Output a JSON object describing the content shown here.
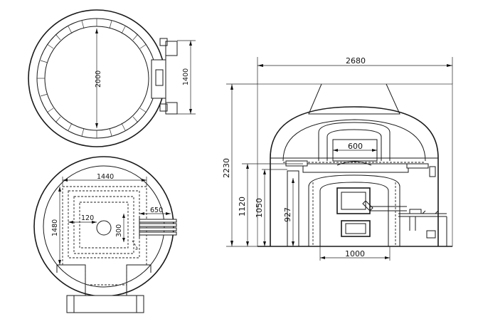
{
  "drawings": {
    "top_view": {
      "diameter_label": "2000",
      "height_label": "1400"
    },
    "plan_view": {
      "width_label": "1440",
      "depth_label": "1480",
      "offset_label": "120",
      "inner_label": "300",
      "flue_label": "650"
    },
    "elevation": {
      "overall_width_label": "2680",
      "overall_height_label": "2230",
      "opening_width_label": "600",
      "base_height_label": "1120",
      "hearth_height_label": "1050",
      "inner_height_label": "927",
      "base_width_label": "1000"
    }
  }
}
